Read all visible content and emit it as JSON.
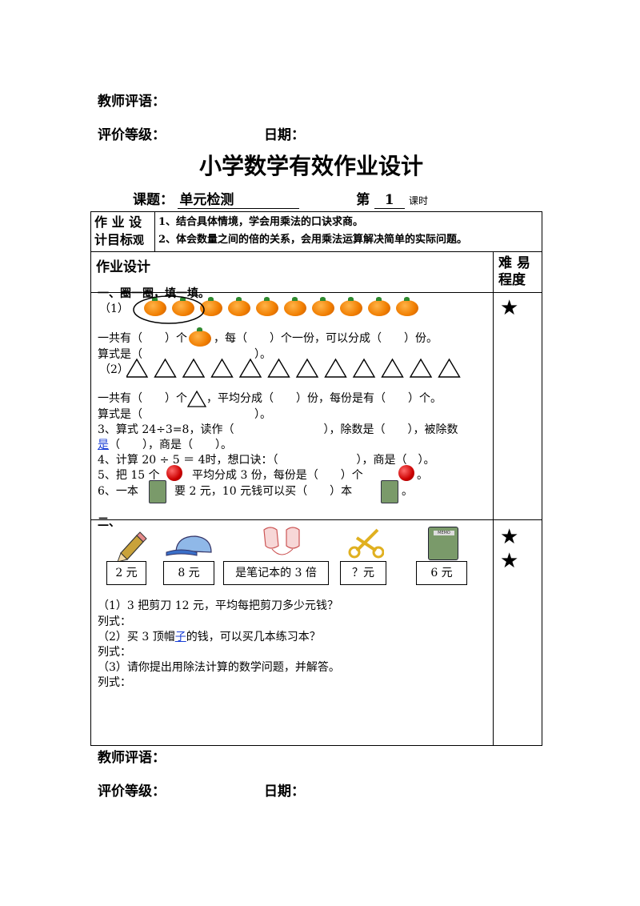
{
  "top": {
    "teacher_comment": "教师评语：",
    "grade": "评价等级：",
    "date": "日期："
  },
  "title": "小学数学有效作业设计",
  "topic": {
    "label": "课题：",
    "value": "单元检测",
    "lesson_prefix": "第",
    "lesson_num": "1",
    "lesson_suffix": "课时"
  },
  "objectives": {
    "label_line1": "作 业 设",
    "label_line2": "计目标",
    "label_overflow": "观",
    "item1": "1、结合具体情境，学会用乘法的口诀求商。",
    "item2": "2、体会数量之间的倍的关系，会用乘法运算解决简单的实际问题。"
  },
  "header": {
    "design": "作业设计",
    "difficulty_line1": "难 易",
    "difficulty_line2": "程度"
  },
  "part1": {
    "heading": "一、圈一圈，填一填。",
    "q1_label": "（1）",
    "q1_line1a": "一共有（　　）个",
    "q1_line1b": "，每（　　）个一份，可以分成（　　）份。",
    "q1_line2": "算式是（　　　　　　　　　　）。",
    "q2_label": "（2）",
    "q2_line1a": "一共有（　　）个",
    "q2_line1b": "，平均分成（　　）份，每份是有（　　）个。",
    "q2_line2": "算式是（　　　　　　　　　　）。",
    "q3_line1": "3、算式 24÷3=8，读作（　　　　　　　　），除数是（　　），被除数",
    "q3_line2_link": "是",
    "q3_line2_rest": "（　　），商是（　　）。",
    "q4": "4、计算 20 ÷ 5 ＝ 4时，想口诀：（　　　　　　　），商是（　）。",
    "q5a": "5、把 15 个",
    "q5b": "平均分成 3 份，每份是（　　）个",
    "q5c": "。",
    "q6a": "6、一本",
    "q6b": "要 2 元，10 元钱可以买（　　）本",
    "q6c": "。",
    "stars": "★"
  },
  "part2": {
    "heading": "二、",
    "prices": [
      "2 元",
      "8 元",
      "是笔记本的 3 倍",
      "？元",
      "6 元"
    ],
    "q1": "（1）3 把剪刀 12 元，平均每把剪刀多少元钱？",
    "formula": "列式：",
    "q2a": "（2）买 3 顶帽",
    "q2_link": "子",
    "q2b": "的钱，可以买几本练习本？",
    "q3": "（3）请你提出用除法计算的数学问题，并解答。",
    "stars": [
      "★",
      "★"
    ],
    "notebook_label": "MEMO"
  },
  "orange_count": 10,
  "triangle_count": 12
}
